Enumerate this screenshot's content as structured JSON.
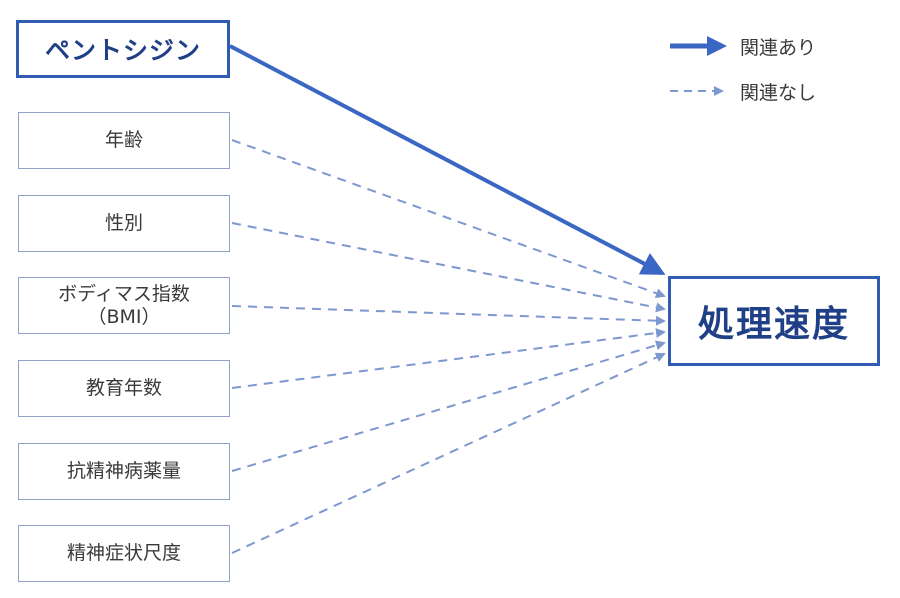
{
  "diagram": {
    "source": {
      "label": "ペントシジン",
      "relation": "related"
    },
    "target": {
      "label": "処理速度"
    },
    "covariates": [
      {
        "label": "年齢",
        "relation": "not_related"
      },
      {
        "label": "性別",
        "relation": "not_related"
      },
      {
        "label": "ボディマス指数\n（BMI）",
        "relation": "not_related"
      },
      {
        "label": "教育年数",
        "relation": "not_related"
      },
      {
        "label": "抗精神病薬量",
        "relation": "not_related"
      },
      {
        "label": "精神症状尺度",
        "relation": "not_related"
      }
    ],
    "legend": {
      "related": {
        "label": "関連あり",
        "style": "solid-arrow"
      },
      "not_related": {
        "label": "関連なし",
        "style": "dashed-arrow"
      }
    },
    "colors": {
      "solid_arrow": "#3a66c4",
      "dashed_arrow": "#7d98cf",
      "main_border": "#2f5bb0",
      "main_text": "#1f3f86",
      "box_border": "#8da2c4"
    }
  }
}
